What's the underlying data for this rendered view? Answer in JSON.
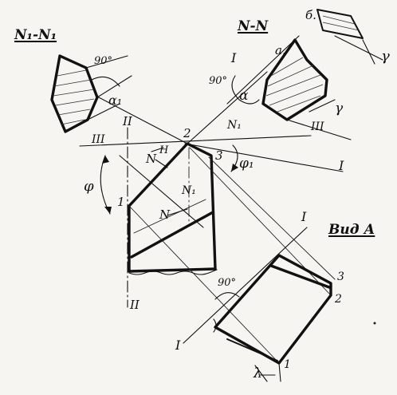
{
  "labels": {
    "n1_n1": "N₁-N₁",
    "n_n": "N-N",
    "vid_a": "Вид А",
    "b": "б.",
    "a": "а.",
    "deg90_left": "90°",
    "deg90_right": "90°",
    "deg90_bottom": "90°",
    "roman_1_top": "I",
    "roman_1_right": "I",
    "roman_1_vid": "I",
    "roman_1_bottom": "I",
    "roman_2_top": "II",
    "roman_2_bottom": "II",
    "roman_3_left": "III",
    "roman_3_right": "III",
    "pt1": "1",
    "pt2": "2",
    "pt3": "3",
    "pt1_view": "1",
    "pt2_view": "2",
    "pt3_view": "3",
    "N_top": "N",
    "N_bottom": "N",
    "N1_top": "N₁",
    "N1_mid": "N₁",
    "H": "H",
    "alpha1": "α₁",
    "alpha": "α",
    "gamma_top": "γ",
    "gamma_mid": "γ",
    "phi": "φ",
    "phi1": "φ₁",
    "lambda": "λ"
  }
}
